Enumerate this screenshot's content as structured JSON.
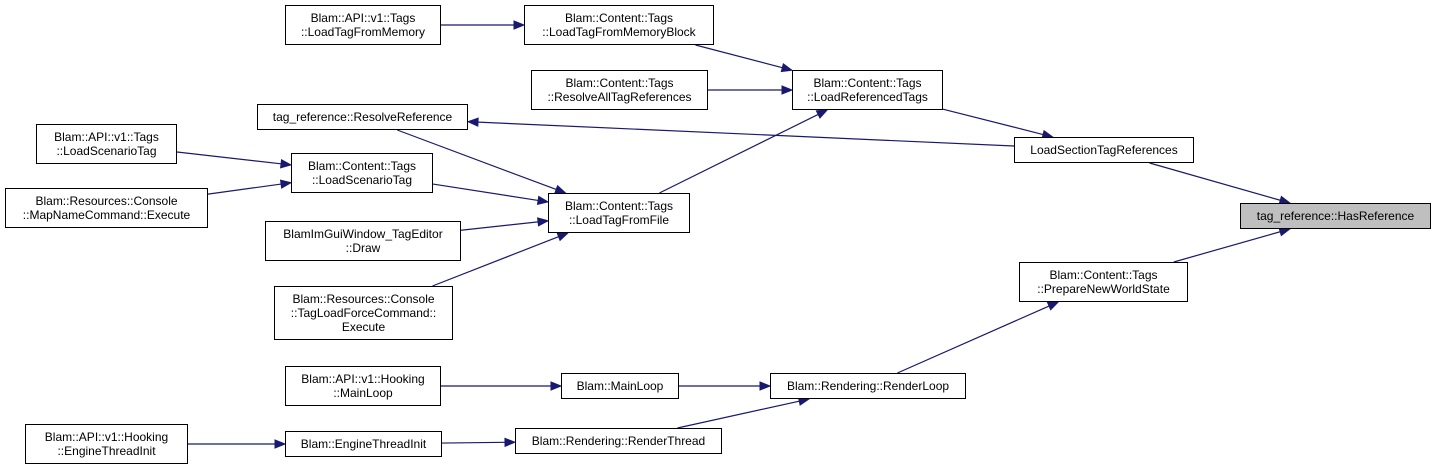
{
  "colors": {
    "edge": "#191970",
    "root_fill": "#bfbfbf",
    "node_fill": "#ffffff",
    "border": "#000000"
  },
  "nodes": {
    "has_reference": [
      "tag_reference::HasReference"
    ],
    "load_section_tag_references": [
      "LoadSectionTagReferences"
    ],
    "prepare_new_world_state": [
      "Blam::Content::Tags",
      "::PrepareNewWorldState"
    ],
    "load_referenced_tags": [
      "Blam::Content::Tags",
      "::LoadReferencedTags"
    ],
    "resolve_reference": [
      "tag_reference::ResolveReference"
    ],
    "load_tag_from_memory_block": [
      "Blam::Content::Tags",
      "::LoadTagFromMemoryBlock"
    ],
    "api_load_tag_from_memory": [
      "Blam::API::v1::Tags",
      "::LoadTagFromMemory"
    ],
    "resolve_all_tag_references": [
      "Blam::Content::Tags",
      "::ResolveAllTagReferences"
    ],
    "load_tag_from_file": [
      "Blam::Content::Tags",
      "::LoadTagFromFile"
    ],
    "content_load_scenario_tag": [
      "Blam::Content::Tags",
      "::LoadScenarioTag"
    ],
    "api_load_scenario_tag": [
      "Blam::API::v1::Tags",
      "::LoadScenarioTag"
    ],
    "map_name_command_execute": [
      "Blam::Resources::Console",
      "::MapNameCommand::Execute"
    ],
    "tag_editor_draw": [
      "BlamImGuiWindow_TagEditor",
      "::Draw"
    ],
    "tag_load_force_command_execute": [
      "Blam::Resources::Console",
      "::TagLoadForceCommand::",
      "Execute"
    ],
    "render_loop": [
      "Blam::Rendering::RenderLoop"
    ],
    "main_loop": [
      "Blam::MainLoop"
    ],
    "api_hooking_main_loop": [
      "Blam::API::v1::Hooking",
      "::MainLoop"
    ],
    "render_thread": [
      "Blam::Rendering::RenderThread"
    ],
    "engine_thread_init": [
      "Blam::EngineThreadInit"
    ],
    "api_hooking_engine_thread_init": [
      "Blam::API::v1::Hooking",
      "::EngineThreadInit"
    ]
  },
  "edges": [
    [
      "load_section_tag_references",
      "has_reference"
    ],
    [
      "prepare_new_world_state",
      "has_reference"
    ],
    [
      "load_referenced_tags",
      "load_section_tag_references"
    ],
    [
      "load_section_tag_references",
      "resolve_reference"
    ],
    [
      "load_tag_from_memory_block",
      "load_referenced_tags"
    ],
    [
      "resolve_all_tag_references",
      "load_referenced_tags"
    ],
    [
      "load_tag_from_file",
      "load_referenced_tags"
    ],
    [
      "api_load_tag_from_memory",
      "load_tag_from_memory_block"
    ],
    [
      "resolve_reference",
      "load_tag_from_file"
    ],
    [
      "content_load_scenario_tag",
      "load_tag_from_file"
    ],
    [
      "tag_editor_draw",
      "load_tag_from_file"
    ],
    [
      "tag_load_force_command_execute",
      "load_tag_from_file"
    ],
    [
      "api_load_scenario_tag",
      "content_load_scenario_tag"
    ],
    [
      "map_name_command_execute",
      "content_load_scenario_tag"
    ],
    [
      "render_loop",
      "prepare_new_world_state"
    ],
    [
      "main_loop",
      "render_loop"
    ],
    [
      "render_thread",
      "render_loop"
    ],
    [
      "api_hooking_main_loop",
      "main_loop"
    ],
    [
      "engine_thread_init",
      "render_thread"
    ],
    [
      "api_hooking_engine_thread_init",
      "engine_thread_init"
    ]
  ]
}
